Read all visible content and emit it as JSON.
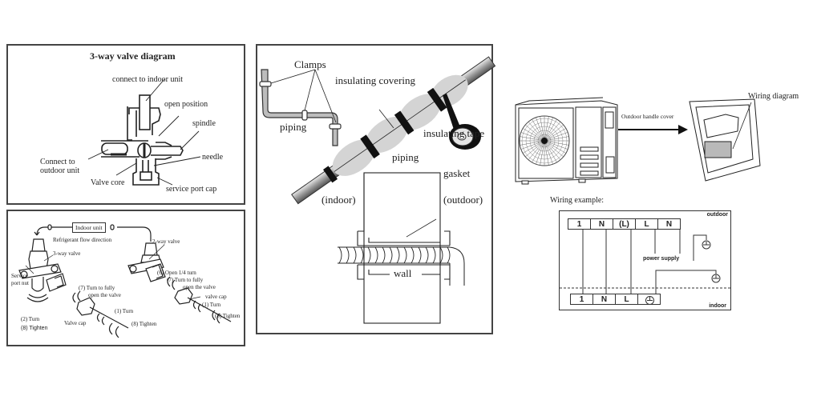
{
  "panel_valve": {
    "title": "3-way valve diagram",
    "labels": {
      "connect_indoor": "connect to indoor unit",
      "open_position": "open position",
      "spindle": "spindle",
      "needle": "needle",
      "connect_outdoor_1": "Connect to",
      "connect_outdoor_2": "outdoor unit",
      "valve_core": "Valve core",
      "service_port_cap": "service port cap"
    }
  },
  "panel_install": {
    "indoor_unit": "Indoor unit",
    "flow_direction": "Refrigerant flow direction",
    "three_way_valve": "3-way valve",
    "two_way_valve": "2-way valve",
    "service_port_nut_1": "Service",
    "service_port_nut_2": "port nut",
    "turn_2": "(2) Turn",
    "tighten_8_left": "(8) Tighten",
    "turn_fully_left_1": "(7) Turn to fully",
    "turn_fully_left_2": "open the valve",
    "valve_cap_left": "Valve cap",
    "turn_1_mid": "(1) Turn",
    "tighten_8_mid": "(8) Tighten",
    "open_quarter": "(6) Open 1/4 turn",
    "turn_fully_right_1": "(7) Turn to fully",
    "turn_fully_right_2": "open the valve",
    "valve_cap_right": "valve cap",
    "turn_1_right": "(1) Turn",
    "tighten_8_right": "(8) Tighten"
  },
  "panel_piping": {
    "clamps": "Clamps",
    "piping_left": "piping",
    "insulating_covering": "insulating covering",
    "insulating_tape": "insulating tape",
    "piping_center": "piping",
    "gasket": "gasket",
    "indoor": "(indoor)",
    "outdoor": "(outdoor)",
    "wall": "wall"
  },
  "outdoor_unit": {
    "handle_cover": "Outdoor handle cover",
    "wiring_diagram": "Wiring diagram"
  },
  "wiring": {
    "title": "Wiring example:",
    "outdoor_label": "outdoor",
    "indoor_label": "indoor",
    "power_supply": "power supply",
    "outdoor_terminals": [
      "1",
      "N",
      "(L)",
      "L",
      "N"
    ],
    "indoor_terminals": [
      "1",
      "N",
      "L",
      "ground"
    ]
  }
}
